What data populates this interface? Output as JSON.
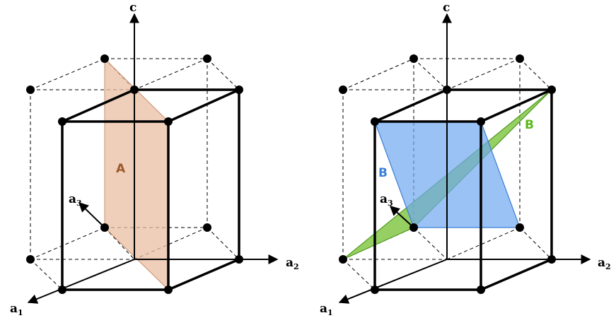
{
  "left_figure": {
    "axes": {
      "c": "c",
      "a1_base": "a",
      "a1_sub": "1",
      "a2_base": "a",
      "a2_sub": "2",
      "a3_base": "a",
      "a3_sub": "3"
    },
    "plane_label": "A",
    "plane_color": "#e9bfa3",
    "plane_stroke": "#c98e6c",
    "label_color": "#9a5a2c"
  },
  "right_figure": {
    "axes": {
      "c": "c",
      "a1_base": "a",
      "a1_sub": "1",
      "a2_base": "a",
      "a2_sub": "2",
      "a3_base": "a",
      "a3_sub": "3"
    },
    "blue_label": "B",
    "green_label": "B",
    "blue_color": "#6fa8f0",
    "green_color": "#7cc43c",
    "blue_text_color": "#3b7fd6",
    "green_text_color": "#5cb81a"
  }
}
